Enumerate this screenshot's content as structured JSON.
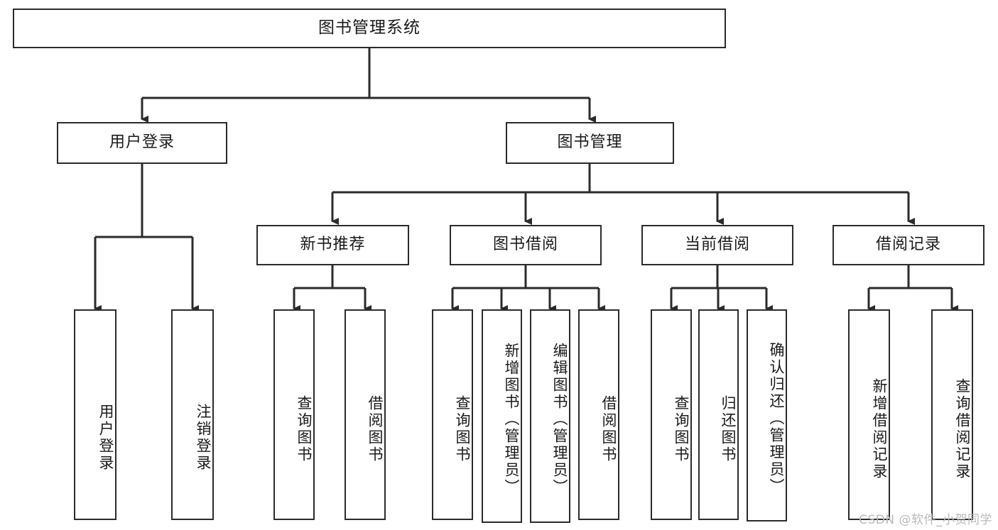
{
  "diagram": {
    "title": "图书管理系统",
    "type": "功能结构图",
    "root": {
      "label": "图书管理系统"
    },
    "level2": [
      {
        "id": "user-login",
        "label": "用户登录"
      },
      {
        "id": "book-manage",
        "label": "图书管理"
      }
    ],
    "level3": [
      {
        "id": "new-book-recommend",
        "label": "新书推荐",
        "parent": "book-manage"
      },
      {
        "id": "book-borrow",
        "label": "图书借阅",
        "parent": "book-manage"
      },
      {
        "id": "current-borrow",
        "label": "当前借阅",
        "parent": "book-manage"
      },
      {
        "id": "borrow-record",
        "label": "借阅记录",
        "parent": "book-manage"
      }
    ],
    "leaves": {
      "user_login": [
        {
          "id": "leaf-user-login",
          "label": "用户登录"
        },
        {
          "id": "leaf-logout-login",
          "label": "注销登录"
        }
      ],
      "new_book_recommend": [
        {
          "id": "leaf-query-book-1",
          "label": "查询图书"
        },
        {
          "id": "leaf-borrow-book-1",
          "label": "借阅图书"
        }
      ],
      "book_borrow": [
        {
          "id": "leaf-query-book-2",
          "label": "查询图书"
        },
        {
          "id": "leaf-add-book",
          "label": "新增图书（管理员）"
        },
        {
          "id": "leaf-edit-book",
          "label": "编辑图书（管理员）"
        },
        {
          "id": "leaf-borrow-book-2",
          "label": "借阅图书"
        }
      ],
      "current_borrow": [
        {
          "id": "leaf-query-book-3",
          "label": "查询图书"
        },
        {
          "id": "leaf-return-book",
          "label": "归还图书"
        },
        {
          "id": "leaf-confirm-return",
          "label": "确认归还（管理员）"
        }
      ],
      "borrow_record": [
        {
          "id": "leaf-add-record",
          "label": "新增借阅记录"
        },
        {
          "id": "leaf-query-record",
          "label": "查询借阅记录"
        }
      ]
    },
    "colors": {
      "border": "#2b2b2b",
      "background": "#ffffff",
      "text": "#1a1a1a",
      "connector": "#2b2b2b",
      "watermark": "#b9b9b9"
    }
  },
  "watermark": {
    "text": "CSDN @软件_小贺同学"
  }
}
